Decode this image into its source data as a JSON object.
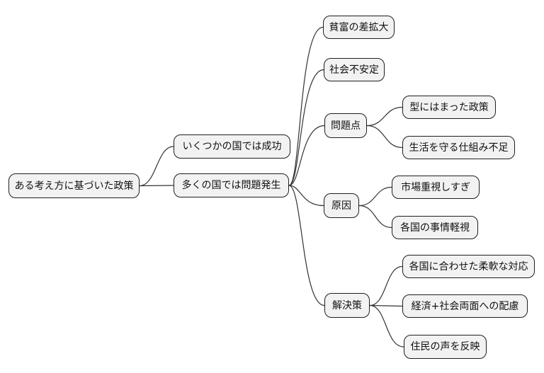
{
  "diagram": {
    "type": "mindmap",
    "direction": "left-to-right",
    "colors": {
      "background": "#ffffff",
      "node_fill": "#f2f2f2",
      "node_border": "#1f1f1f",
      "node_text": "#111111",
      "edge": "#333333"
    },
    "root": {
      "label": "ある考え方に基づいた政策",
      "children": [
        {
          "label": "いくつかの国では成功",
          "children": []
        },
        {
          "label": "多くの国では問題発生",
          "children": [
            {
              "label": "貧富の差拡大",
              "children": []
            },
            {
              "label": "社会不安定",
              "children": []
            },
            {
              "label": "問題点",
              "children": [
                {
                  "label": "型にはまった政策"
                },
                {
                  "label": "生活を守る仕組み不足"
                }
              ]
            },
            {
              "label": "原因",
              "children": [
                {
                  "label": "市場重視しすぎ"
                },
                {
                  "label": "各国の事情軽視"
                }
              ]
            },
            {
              "label": "解決策",
              "children": [
                {
                  "label": "各国に合わせた柔軟な対応"
                },
                {
                  "label": "経済+社会両面への配慮"
                },
                {
                  "label": "住民の声を反映"
                }
              ]
            }
          ]
        }
      ]
    }
  }
}
